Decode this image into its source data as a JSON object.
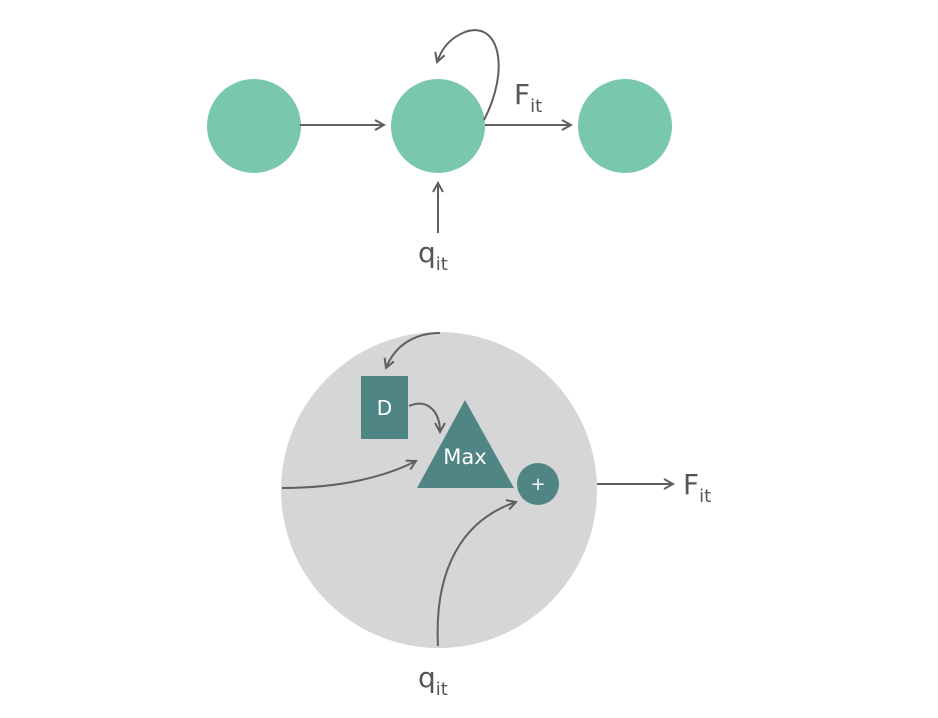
{
  "colors": {
    "node": "#7ac7b0",
    "cell": "#d6d6d6",
    "block": "#4f8585",
    "edge": "#5f5f5f",
    "label": "#555555"
  },
  "top_graph": {
    "output_label": {
      "main": "F",
      "sub": "it"
    },
    "input_label": {
      "main": "q",
      "sub": "it"
    }
  },
  "detail": {
    "delay_label": "D",
    "max_label": "Max",
    "sum_label": "+",
    "output_label": {
      "main": "F",
      "sub": "it"
    },
    "input_label": {
      "main": "q",
      "sub": "it"
    }
  }
}
